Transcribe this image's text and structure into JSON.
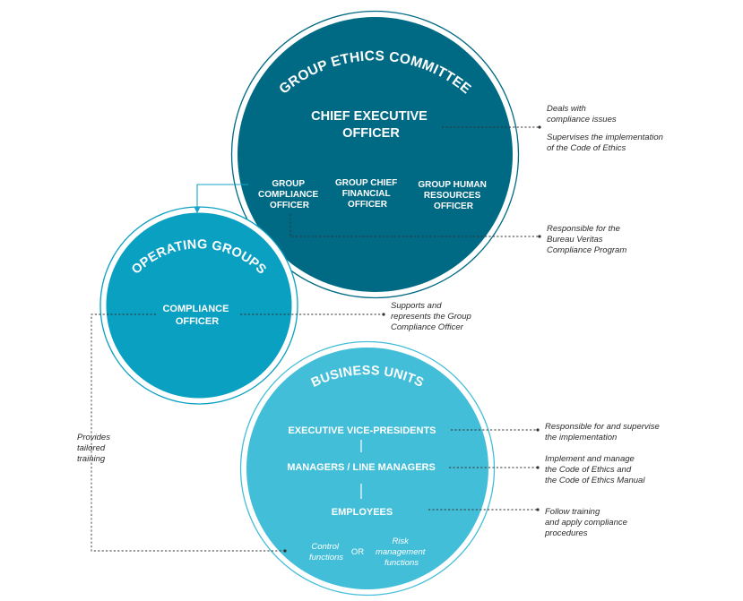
{
  "colors": {
    "ethics_circle": "#006a85",
    "operating_circle": "#0aa0c2",
    "business_circle": "#42bed8",
    "connector_arrow": "#1aa3c7"
  },
  "ethics_committee": {
    "title": "GROUP ETHICS COMMITTEE",
    "ceo_line1": "CHIEF EXECUTIVE",
    "ceo_line2": "OFFICER",
    "members": [
      {
        "lines": [
          "GROUP",
          "COMPLIANCE",
          "OFFICER"
        ]
      },
      {
        "lines": [
          "GROUP CHIEF",
          "FINANCIAL",
          "OFFICER"
        ]
      },
      {
        "lines": [
          "GROUP HUMAN",
          "RESOURCES",
          "OFFICER"
        ]
      }
    ]
  },
  "operating_groups": {
    "title": "OPERATING GROUPS",
    "officer_line1": "COMPLIANCE",
    "officer_line2": "OFFICER"
  },
  "business_units": {
    "title": "BUSINESS UNITS",
    "levels": [
      "EXECUTIVE VICE-PRESIDENTS",
      "MANAGERS / LINE MANAGERS",
      "EMPLOYEES"
    ],
    "control_lines": [
      "Control",
      "functions"
    ],
    "or_label": "OR",
    "risk_lines": [
      "Risk",
      "management",
      "functions"
    ]
  },
  "notes": {
    "ceo_1": [
      "Deals with",
      "compliance issues"
    ],
    "ceo_2": [
      "Supervises the implementation",
      "of the Code of Ethics"
    ],
    "gco": [
      "Responsible for the",
      "Bureau Veritas",
      "Compliance Program"
    ],
    "op_co": [
      "Supports and",
      "represents the Group",
      "Compliance Officer"
    ],
    "training": [
      "Provides",
      "tailored",
      "training"
    ],
    "evp": [
      "Responsible for and supervise",
      "the implementation"
    ],
    "managers": [
      "Implement and manage",
      "the Code of Ethics and",
      "the Code of Ethics Manual"
    ],
    "employees": [
      "Follow training",
      "and apply compliance",
      "procedures"
    ]
  }
}
